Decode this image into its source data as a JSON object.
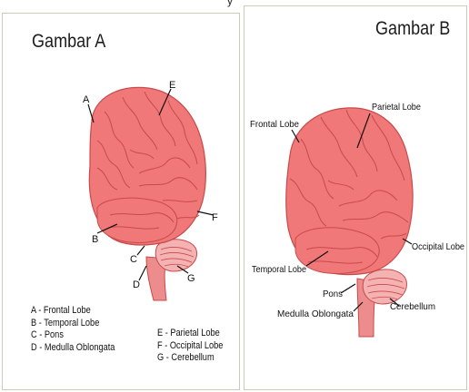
{
  "top_sliver": "y",
  "panel_a": {
    "title": "Gambar A",
    "labels": [
      "A",
      "B",
      "C",
      "D",
      "E",
      "F",
      "G"
    ],
    "legend_left": [
      "A - Frontal Lobe",
      "B - Temporal Lobe",
      "C - Pons",
      "D - Medulla Oblongata"
    ],
    "legend_right": [
      "E - Parietal Lobe",
      "F - Occipital Lobe",
      "G - Cerebellum"
    ]
  },
  "panel_b": {
    "title": "Gambar B",
    "labels": {
      "frontal": "Frontal Lobe",
      "parietal": "Parietal Lobe",
      "occipital": "Occipital Lobe",
      "temporal": "Temporal Lobe",
      "pons": "Pons",
      "medulla": "Medulla Oblongata",
      "cerebellum": "Cerebellum"
    }
  },
  "colors": {
    "brain_fill": "#f07878",
    "brain_stroke": "#c84a4a",
    "cerebellum_fill": "#f5b2b2",
    "brainstem_fill": "#ec8c8c",
    "panel_border": "#c9cdb8"
  }
}
